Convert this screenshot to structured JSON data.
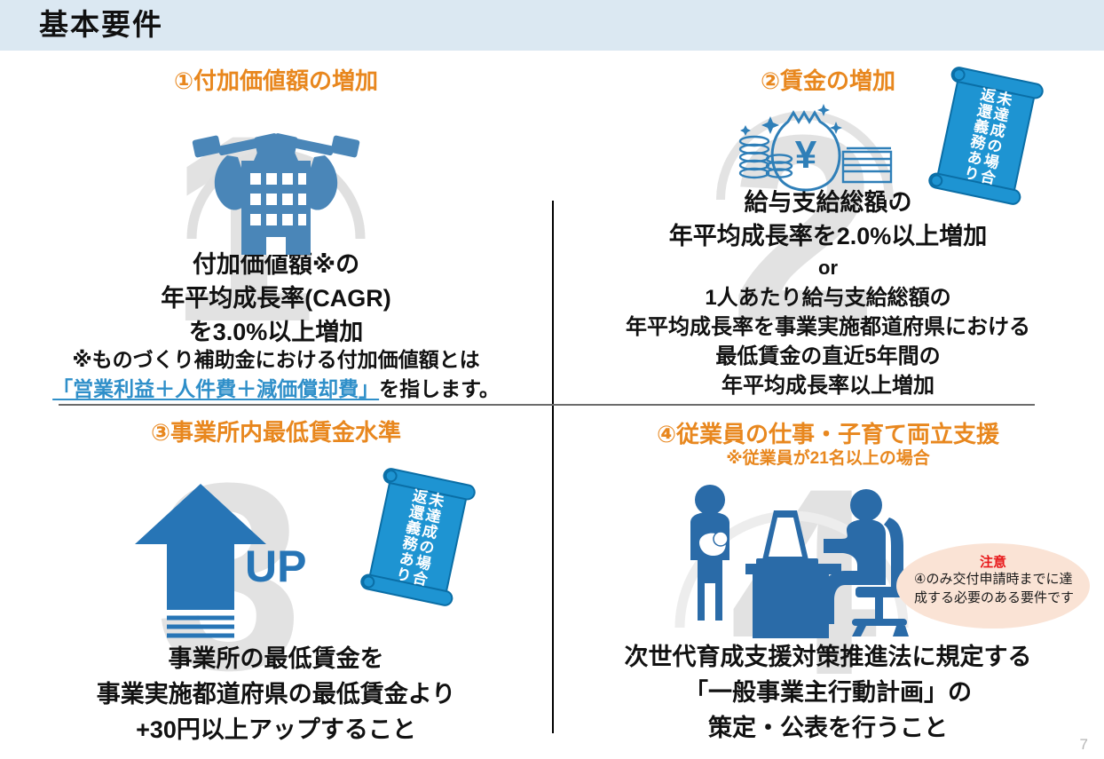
{
  "header": {
    "title": "基本要件"
  },
  "page_number": "7",
  "quadrants": [
    {
      "id": "value-added",
      "heading": "①付加価値額の増加",
      "watermark": "1",
      "icon": "building-muscle-dumbbell-icon",
      "lines": [
        "付加価値額※の",
        "年平均成長率(CAGR)",
        "を3.0%以上増加"
      ],
      "note_lines": [
        "※ものづくり補助金における付加価値額とは"
      ],
      "note_highlight": "「営業利益＋人件費＋減価償却費」",
      "note_tail": "を指します。"
    },
    {
      "id": "wage-increase",
      "heading": "②賃金の増加",
      "watermark": "2",
      "icon": "money-bag-yen-icon",
      "lines": [
        "給与支給総額の",
        "年平均成長率を2.0%以上増加",
        "or",
        "1人あたり給与支給総額の",
        "年平均成長率を事業実施都道府県における",
        "最低賃金の直近5年間の",
        "年平均成長率以上増加"
      ]
    },
    {
      "id": "minimum-wage-level",
      "heading": "③事業所内最低賃金水準",
      "watermark": "3",
      "icon": "up-arrow-icon",
      "icon_label": "UP",
      "lines": [
        "事業所の最低賃金を",
        "事業実施都道府県の最低賃金より",
        "+30円以上アップすること"
      ]
    },
    {
      "id": "work-childcare-support",
      "heading": "④従業員の仕事・子育て両立支援",
      "subheading": "※従業員が21名以上の場合",
      "watermark": "4",
      "icon": "parent-baby-desk-worker-icon",
      "lines": [
        "次世代育成支援対策推進法に規定する",
        "「一般事業主行動計画」の",
        "策定・公表を行うこと"
      ]
    }
  ],
  "scroll_badges": [
    {
      "id": "scroll-badge-wage",
      "col_right": "未達成の場合",
      "col_left": "返還義務あり"
    },
    {
      "id": "scroll-badge-minimum-wage",
      "col_right": "未達成の場合",
      "col_left": "返還義務あり"
    }
  ],
  "note_bubble": {
    "title": "注意",
    "body": "④のみ交付申請時までに達成する必要のある要件です"
  },
  "colors": {
    "header_band": "#dbe8f2",
    "heading_orange": "#e8871e",
    "icon_blue": "#4a86b8",
    "scroll_blue": "#1e94d2",
    "link_blue": "#2f8fc9",
    "alert_red": "#e8191b",
    "bubble_peach": "#fae3d5",
    "watermark_gray": "#e2e2e2"
  }
}
